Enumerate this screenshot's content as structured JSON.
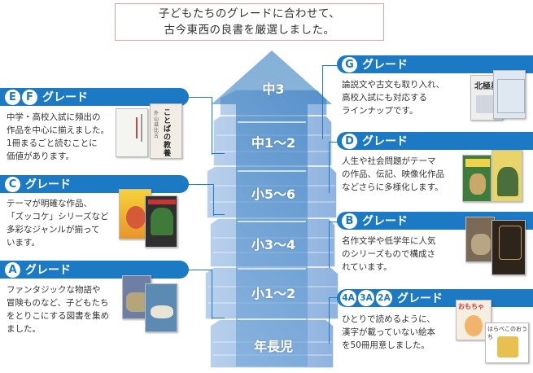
{
  "header": {
    "line1": "子どもたちのグレードに合わせて、",
    "line2": "古今東西の良書を厳選しました。"
  },
  "tiers": [
    "中3",
    "中1～2",
    "小5～6",
    "小3～4",
    "小1～2",
    "年長児"
  ],
  "grades": {
    "ef": {
      "badges": [
        "E",
        "F"
      ],
      "label": "グレード",
      "lines": [
        "中学・高校入試に頻出の",
        "作品を中心に揃えました。",
        "1冊まるごと読むことに",
        "価値があります。"
      ],
      "book1": "ことばの教養",
      "book2": "外山滋比古"
    },
    "c": {
      "badges": [
        "C"
      ],
      "label": "グレード",
      "lines": [
        "テーマが明確な作品、",
        "「ズッコケ」シリーズなど",
        "多彩なジャンルが揃って",
        "います。"
      ]
    },
    "a": {
      "badges": [
        "A"
      ],
      "label": "グレード",
      "lines": [
        "ファンタジックな物語や",
        "冒険ものなど、子どもたち",
        "をとりこにする図書を集め",
        "ました。"
      ]
    },
    "g": {
      "badges": [
        "G"
      ],
      "label": "グレード",
      "lines": [
        "論説文や古文も取り入れ、",
        "高校入試にも対応する",
        "ラインナップです。"
      ],
      "book1": "北極星"
    },
    "d": {
      "badges": [
        "D"
      ],
      "label": "グレード",
      "lines": [
        "人生や社会問題がテーマ",
        "の作品、伝記、映像化作品",
        "などさらに多様化します。"
      ]
    },
    "b": {
      "badges": [
        "B"
      ],
      "label": "グレード",
      "lines": [
        "名作文学や低学年に人気",
        "のシリーズもので構成さ",
        "れています。"
      ]
    },
    "k": {
      "badges": [
        "4A",
        "3A",
        "2A"
      ],
      "label": "グレード",
      "lines": [
        "ひとりで読めるように、",
        "漢字が載っていない絵本",
        "を50冊用意しました。"
      ],
      "book1": "おもちゃ",
      "book2": "はらぺこのおうち"
    }
  },
  "colors": {
    "accent": "#1c79c4",
    "tower": "#a9c6e8",
    "header_border": "#e8a0a0"
  }
}
